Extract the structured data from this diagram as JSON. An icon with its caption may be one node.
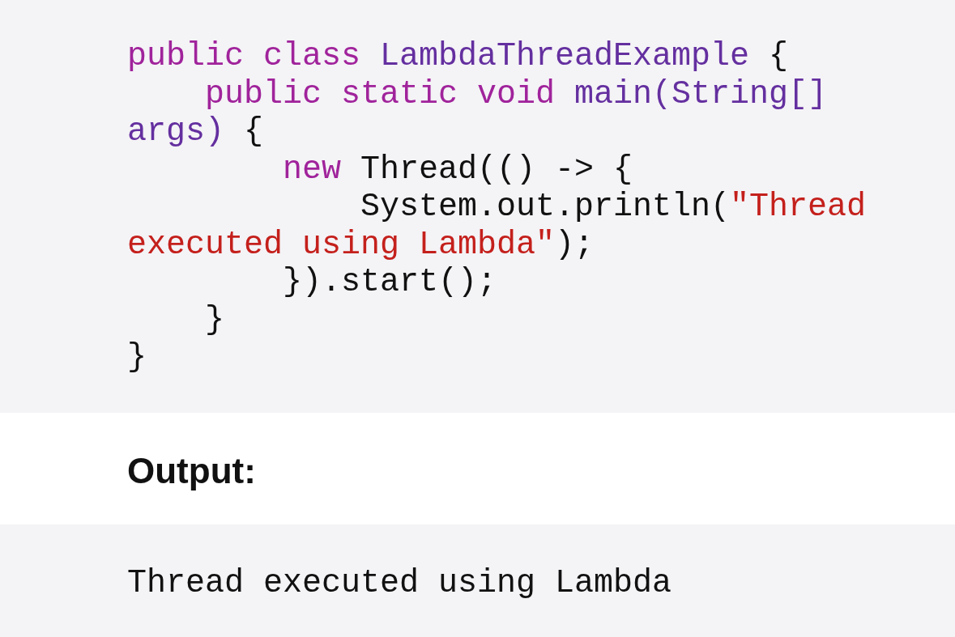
{
  "diagram": {
    "labels": [
      "public class",
      "LambdaThreadExample",
      "{",
      "public static void",
      "main(String[]",
      "args)",
      "{",
      "new",
      "Thread(() -> {",
      "System.out.println(",
      "\"Thread",
      "executed using Lambda\"",
      ");",
      "}).start();",
      "}",
      "}",
      "Output:",
      "Thread executed using Lambda"
    ]
  }
}
